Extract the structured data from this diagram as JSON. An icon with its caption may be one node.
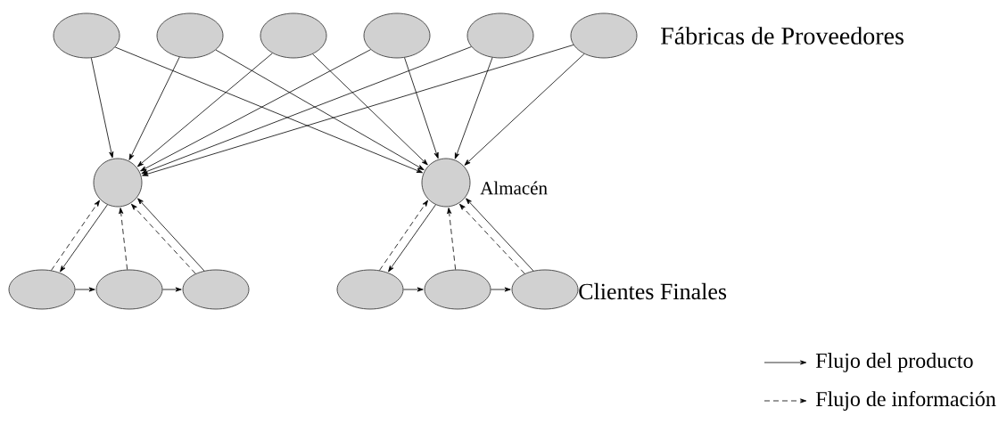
{
  "diagram": {
    "nodes": [
      {
        "text": [],
        "shape": "ellipse"
      },
      {
        "text": [],
        "shape": "ellipse"
      },
      {
        "text": [],
        "shape": "ellipse"
      },
      {
        "text": [],
        "shape": "ellipse"
      },
      {
        "text": [],
        "shape": "ellipse"
      },
      {
        "text": [],
        "shape": "ellipse"
      },
      {
        "text": [],
        "shape": "circle"
      },
      {
        "text": [],
        "shape": "circle"
      },
      {
        "text": [],
        "shape": "ellipse"
      },
      {
        "text": [],
        "shape": "ellipse"
      },
      {
        "text": [],
        "shape": "ellipse"
      },
      {
        "text": [],
        "shape": "ellipse"
      },
      {
        "text": [],
        "shape": "ellipse"
      },
      {
        "text": [],
        "shape": "ellipse"
      }
    ],
    "edges": [
      {
        "from": 0,
        "to": 6,
        "arrow": "to"
      },
      {
        "from": 0,
        "to": 7,
        "arrow": "to"
      },
      {
        "from": 1,
        "to": 6,
        "arrow": "to"
      },
      {
        "from": 1,
        "to": 7,
        "arrow": "to"
      },
      {
        "from": 2,
        "to": 6,
        "arrow": "to"
      },
      {
        "from": 2,
        "to": 7,
        "arrow": "to"
      },
      {
        "from": 3,
        "to": 6,
        "arrow": "to"
      },
      {
        "from": 3,
        "to": 7,
        "arrow": "to"
      },
      {
        "from": 4,
        "to": 6,
        "arrow": "to"
      },
      {
        "from": 4,
        "to": 7,
        "arrow": "to"
      },
      {
        "from": 5,
        "to": 6,
        "arrow": "to"
      },
      {
        "from": 5,
        "to": 7,
        "arrow": "to"
      },
      {
        "from": 6,
        "to": 8,
        "arrow": "to"
      },
      {
        "from": 8,
        "to": 6,
        "arrow": "to",
        "style": "dashed"
      },
      {
        "from": 9,
        "to": 6,
        "arrow": "to",
        "style": "dashed"
      },
      {
        "from": 10,
        "to": 6,
        "arrow": "to",
        "style": "dashed"
      },
      {
        "from": 10,
        "to": 6,
        "arrow": "to"
      },
      {
        "from": 8,
        "to": 9,
        "arrow": "to"
      },
      {
        "from": 9,
        "to": 10,
        "arrow": "to"
      },
      {
        "from": 7,
        "to": 11,
        "arrow": "to"
      },
      {
        "from": 11,
        "to": 7,
        "arrow": "to",
        "style": "dashed"
      },
      {
        "from": 12,
        "to": 7,
        "arrow": "to",
        "style": "dashed"
      },
      {
        "from": 13,
        "to": 7,
        "arrow": "to",
        "style": "dashed"
      },
      {
        "from": 13,
        "to": 7,
        "arrow": "to"
      },
      {
        "from": 11,
        "to": 12,
        "arrow": "to"
      },
      {
        "from": 12,
        "to": 13,
        "arrow": "to"
      }
    ],
    "labels": [
      "Fábricas de Proveedores",
      "Almacén",
      "Clientes Finales"
    ],
    "legend": [
      {
        "text": "Flujo del producto"
      },
      {
        "text": "Flujo de información"
      }
    ]
  }
}
